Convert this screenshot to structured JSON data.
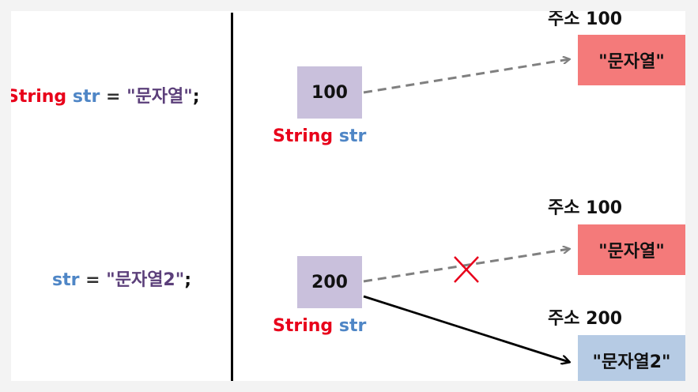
{
  "left": {
    "line1": {
      "type": "String",
      "var": "str",
      "op": "=",
      "value": "\"문자열\"",
      "semi": ";"
    },
    "line2": {
      "var": "str",
      "op": "=",
      "value": "\"문자열2\"",
      "semi": ";"
    }
  },
  "top": {
    "var_box_value": "100",
    "var_type": "String",
    "var_name": "str",
    "addr_label": "주소 100",
    "object_text": "\"문자열\""
  },
  "bottom": {
    "var_box_value": "200",
    "var_type": "String",
    "var_name": "str",
    "old_addr_label": "주소 100",
    "old_object_text": "\"문자열\"",
    "new_addr_label": "주소 200",
    "new_object_text": "\"문자열2\""
  },
  "colors": {
    "type_keyword": "#e8001a",
    "variable": "#4f86c6",
    "string_literal": "#5b3f7a",
    "var_box": "#c9c0dc",
    "old_object": "#f47a7a",
    "new_object": "#b6cbe4",
    "cross_mark": "#e8001a"
  }
}
